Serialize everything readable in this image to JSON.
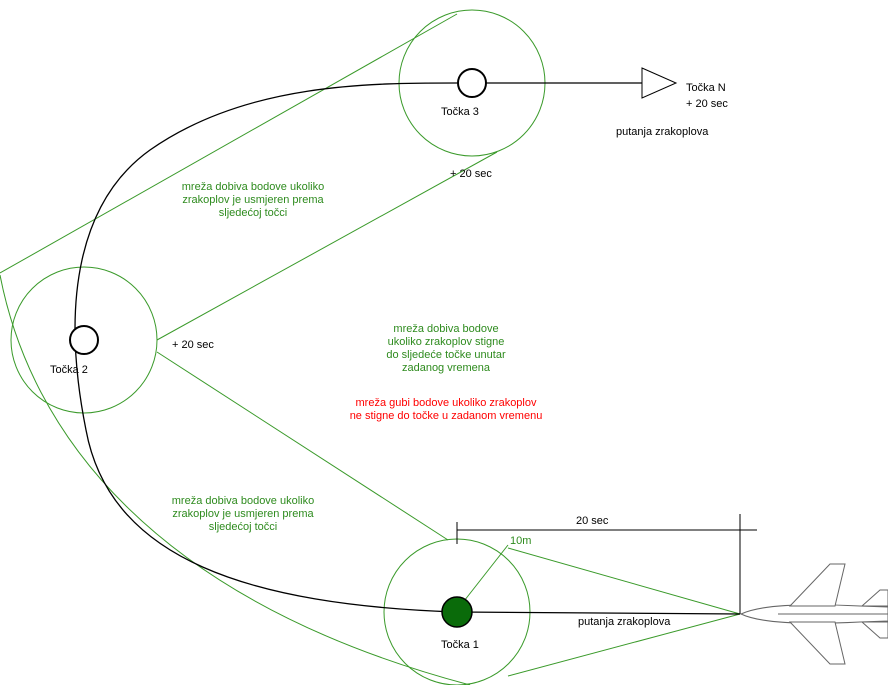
{
  "colors": {
    "zone": "#3a9a2a",
    "path": "#000000",
    "target": "#0a6b0a",
    "good_text": "#2e8b1e",
    "bad_text": "#ff0000"
  },
  "points": {
    "p1": "Točka 1",
    "p2": "Točka 2",
    "p3": "Točka 3",
    "pn": "Točka N"
  },
  "times": {
    "p2": "+ 20 sec",
    "p3": "+ 20 sec",
    "pn": "+ 20 sec",
    "dimension": "20 sec"
  },
  "radius_label": "10m",
  "path_labels": {
    "bottom": "putanja zrakoplova",
    "top": "putanja zrakoplova"
  },
  "notes": {
    "heading_top": "mreža dobiva bodove ukoliko\nzrakoplov je usmjeren prema\nsljedećoj točci",
    "heading_bottom": "mreža dobiva bodove ukoliko\nzrakoplov je usmjeren prema\nsljedećoj točci",
    "time_gain": "mreža dobiva bodove\nukoliko zrakoplov stigne\ndo sljedeće točke unutar\nzadanog vremena",
    "time_loss": "mreža gubi bodove ukoliko zrakoplov\nne stigne do točke u zadanom vremenu"
  },
  "icons": {
    "aircraft": "jet-aircraft-icon",
    "arrow": "arrowhead-icon"
  }
}
